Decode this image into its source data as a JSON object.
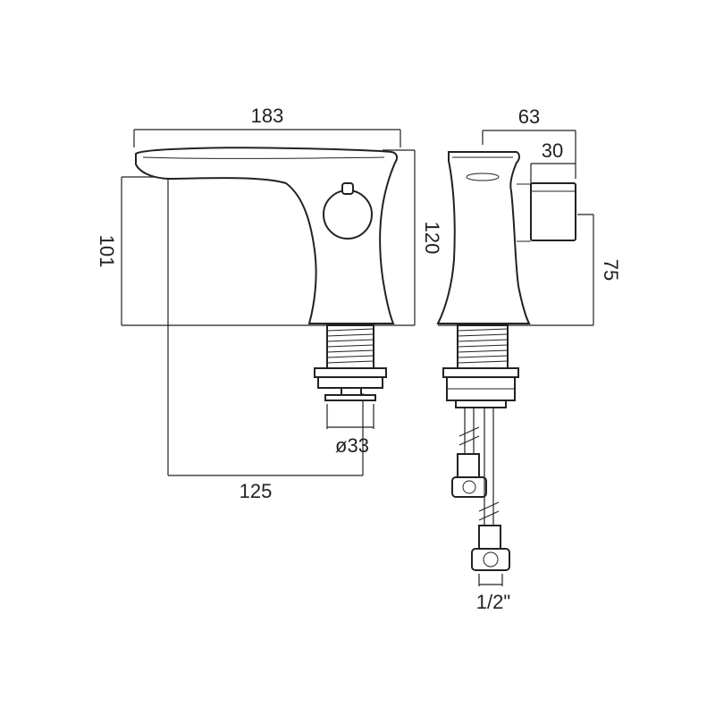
{
  "front_view": {
    "overall_length": "183",
    "spout_height": "101",
    "overall_height": "120",
    "spout_reach": "125",
    "shank_diameter": "ø33"
  },
  "side_view": {
    "overall_depth": "63",
    "lever_depth": "30",
    "lever_height": "75",
    "connection_size": "1/2\""
  },
  "colors": {
    "line": "#222222",
    "background": "#ffffff"
  }
}
